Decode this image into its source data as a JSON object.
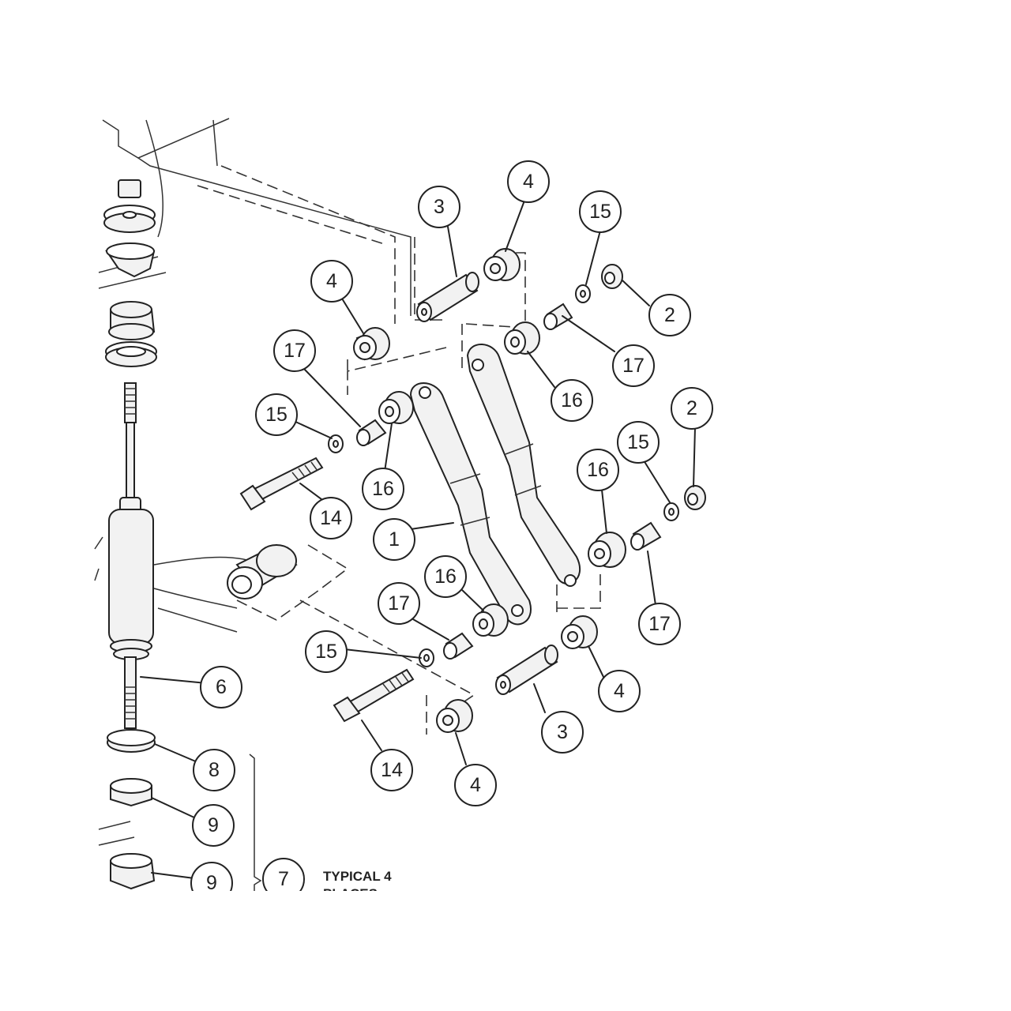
{
  "callouts": [
    {
      "id": "c-3-top",
      "label": "3"
    },
    {
      "id": "c-4-top",
      "label": "4"
    },
    {
      "id": "c-15-top",
      "label": "15"
    },
    {
      "id": "c-2-top",
      "label": "2"
    },
    {
      "id": "c-4-left",
      "label": "4"
    },
    {
      "id": "c-17-right-top",
      "label": "17"
    },
    {
      "id": "c-17-left",
      "label": "17"
    },
    {
      "id": "c-16-right-top",
      "label": "16"
    },
    {
      "id": "c-15-left",
      "label": "15"
    },
    {
      "id": "c-2-right",
      "label": "2"
    },
    {
      "id": "c-15-right",
      "label": "15"
    },
    {
      "id": "c-16-left",
      "label": "16"
    },
    {
      "id": "c-16-right",
      "label": "16"
    },
    {
      "id": "c-14-upper",
      "label": "14"
    },
    {
      "id": "c-1",
      "label": "1"
    },
    {
      "id": "c-16-lower",
      "label": "16"
    },
    {
      "id": "c-17-lower",
      "label": "17"
    },
    {
      "id": "c-17-right-lower",
      "label": "17"
    },
    {
      "id": "c-15-lower",
      "label": "15"
    },
    {
      "id": "c-6",
      "label": "6"
    },
    {
      "id": "c-4-right-lower",
      "label": "4"
    },
    {
      "id": "c-3-lower",
      "label": "3"
    },
    {
      "id": "c-8",
      "label": "8"
    },
    {
      "id": "c-14-lower",
      "label": "14"
    },
    {
      "id": "c-4-lower",
      "label": "4"
    },
    {
      "id": "c-9-a",
      "label": "9"
    },
    {
      "id": "c-9-b",
      "label": "9"
    },
    {
      "id": "c-7",
      "label": "7"
    }
  ],
  "note": {
    "line1": "TYPICAL 4",
    "line2": "PLACES"
  }
}
